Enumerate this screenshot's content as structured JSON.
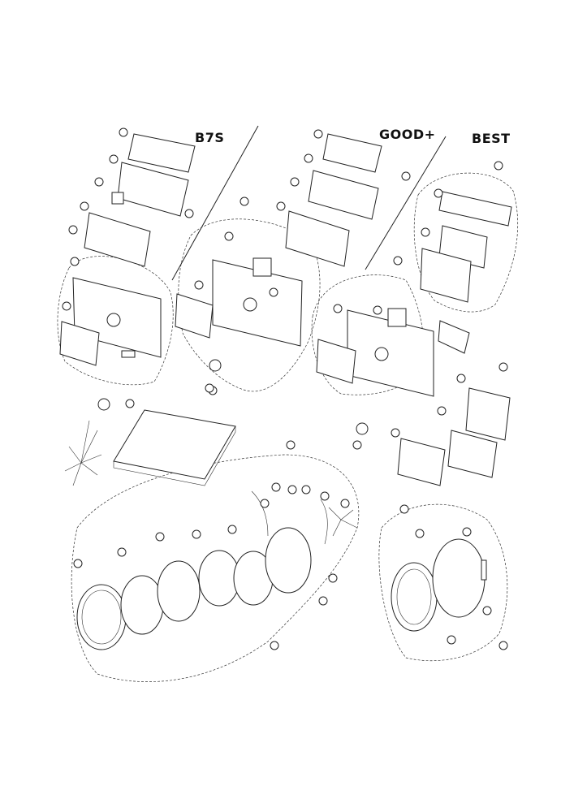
{
  "headers": {
    "b7s": "B7S",
    "good_plus": "GOOD+",
    "best": "BEST"
  }
}
